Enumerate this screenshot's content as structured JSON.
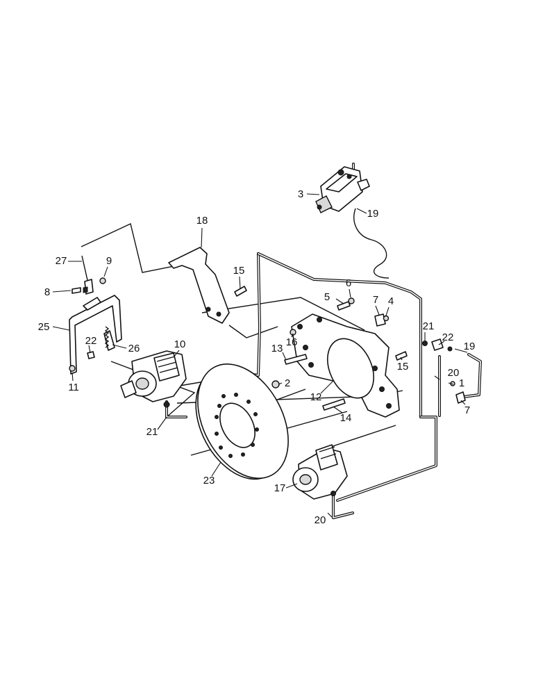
{
  "callouts": {
    "c1": "1",
    "c2": "2",
    "c3": "3",
    "c4": "4",
    "c5": "5",
    "c6": "6",
    "c7a": "7",
    "c7b": "7",
    "c8": "8",
    "c9": "9",
    "c10": "10",
    "c11": "11",
    "c12": "12",
    "c13": "13",
    "c14": "14",
    "c15a": "15",
    "c15b": "15",
    "c16": "16",
    "c17": "17",
    "c18": "18",
    "c19a": "19",
    "c19b": "19",
    "c20a": "20",
    "c20b": "20",
    "c21a": "21",
    "c21b": "21",
    "c22a": "22",
    "c22b": "22",
    "c23": "23",
    "c25": "25",
    "c26": "26",
    "c27": "27"
  }
}
